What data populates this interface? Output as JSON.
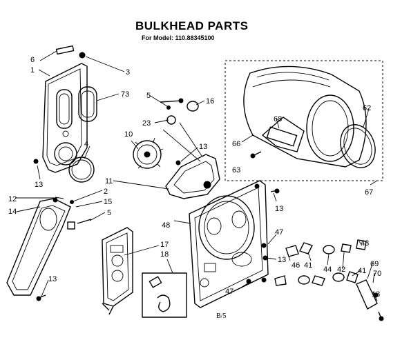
{
  "header": {
    "title": "BULKHEAD PARTS",
    "model": "For Model: 110.88345100"
  },
  "footer": {
    "page": "B/5"
  },
  "callouts": {
    "c1": "1",
    "c2": "2",
    "c3": "3",
    "c4": "4",
    "c5a": "5",
    "c5b": "5",
    "c6": "6",
    "c10": "10",
    "c11": "11",
    "c12": "12",
    "c13a": "13",
    "c13b": "13",
    "c13c": "13",
    "c13d": "13",
    "c13e": "13",
    "c13f": "13",
    "c14": "14",
    "c15": "15",
    "c16": "16",
    "c17": "17",
    "c18": "18",
    "c23": "23",
    "c41a": "41",
    "c41b": "41",
    "c42": "42",
    "c43": "43",
    "c44": "44",
    "c46": "46",
    "c47a": "47",
    "c47b": "47",
    "c48": "48",
    "c62": "62",
    "c63": "63",
    "c66": "66",
    "c67": "67",
    "c68": "68",
    "c69": "69",
    "c70": "70",
    "c73": "73"
  }
}
